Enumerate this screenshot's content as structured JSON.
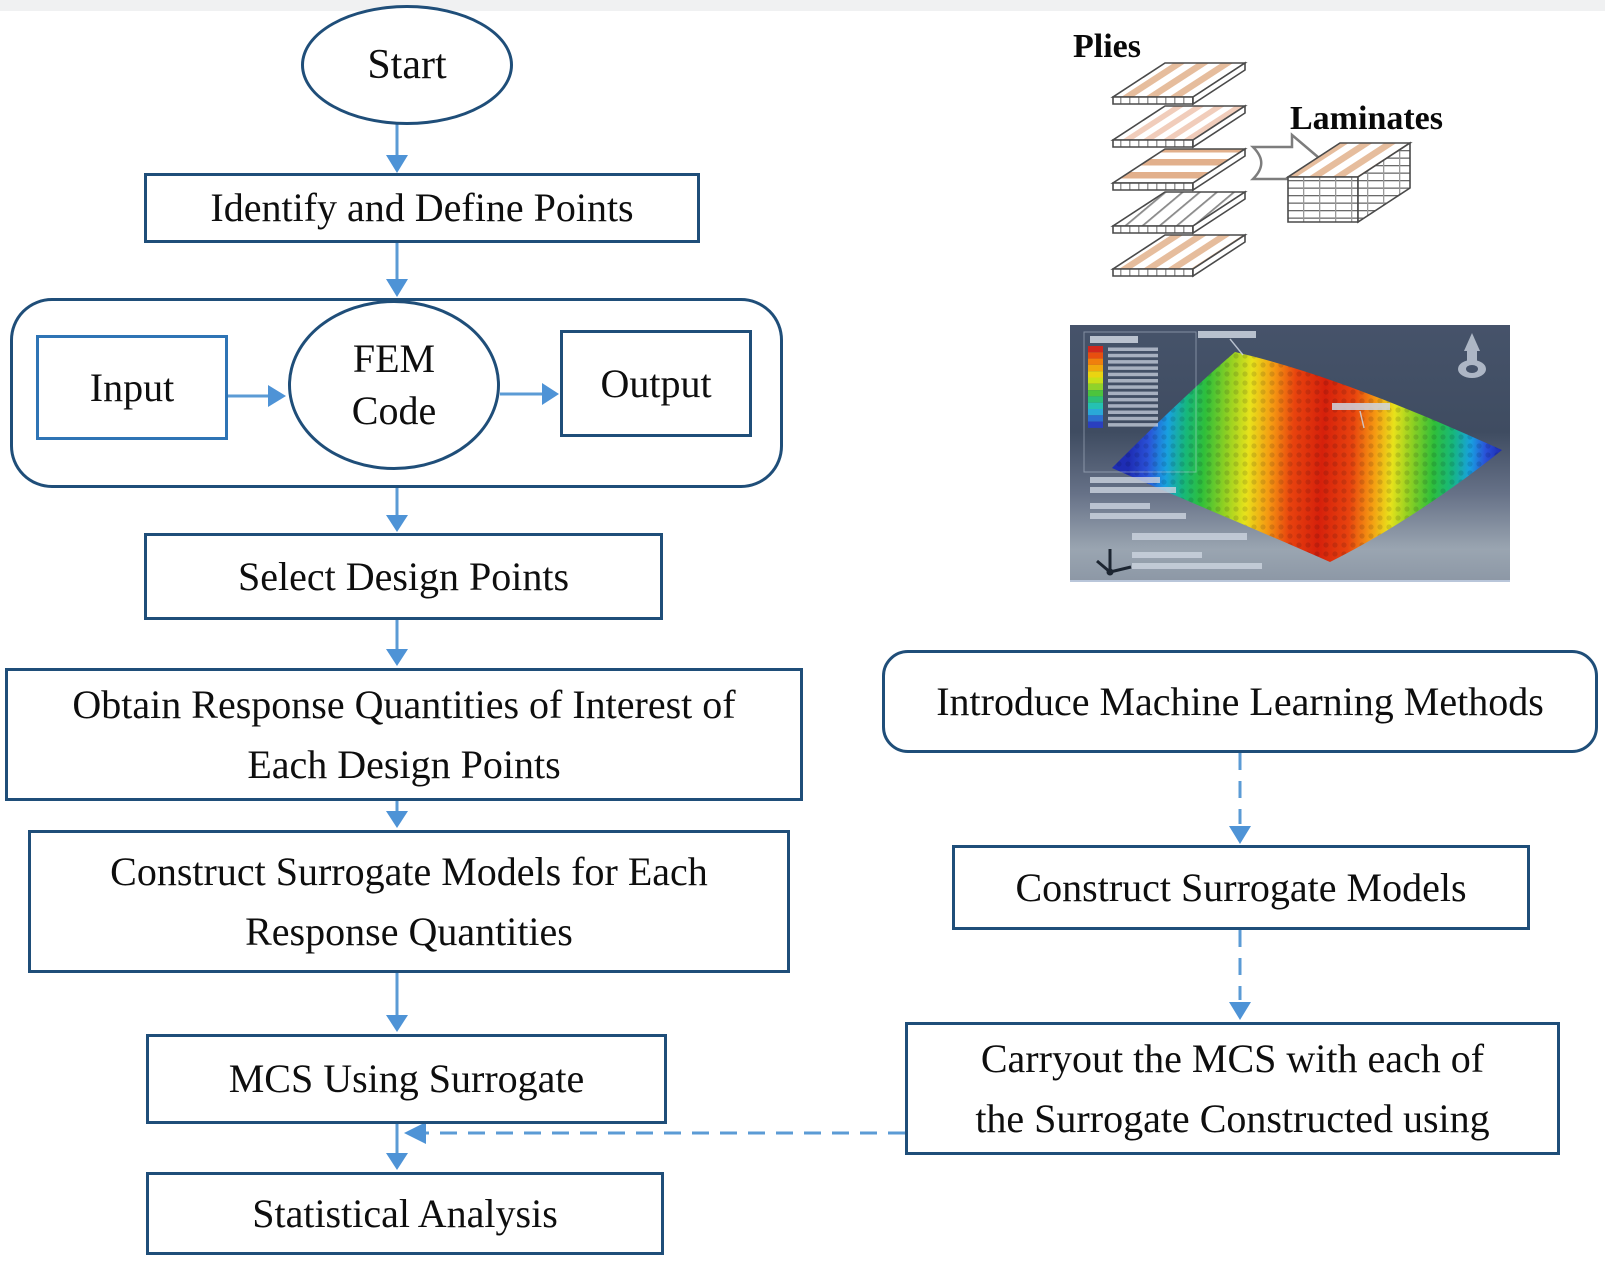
{
  "left_flow": {
    "start_label": "Start",
    "identify_label": "Identify and Define Points",
    "input_label": "Input",
    "fem_line1": "FEM",
    "fem_line2": "Code",
    "output_label": "Output",
    "select_label": "Select Design Points",
    "obtain_line1": "Obtain Response Quantities of Interest of",
    "obtain_line2": "Each Design Points",
    "construct_line1": "Construct Surrogate Models for Each",
    "construct_line2": "Response Quantities",
    "mcs_label": "MCS Using Surrogate",
    "statistical_label": "Statistical Analysis"
  },
  "right_flow": {
    "introduce_label": "Introduce Machine Learning Methods",
    "construct_label": "Construct Surrogate Models",
    "carryout_line1": "Carryout the MCS with each of",
    "carryout_line2": "the Surrogate Constructed using"
  },
  "illustration": {
    "plies_label": "Plies",
    "laminates_label": "Laminates"
  },
  "fea_panel": {
    "legend_colors": [
      "#d1261d",
      "#e84e0f",
      "#f07f0c",
      "#f0a80c",
      "#ead411",
      "#c8e018",
      "#8fd32a",
      "#4cc43d",
      "#2bbf77",
      "#25c1b2",
      "#2aa8d8",
      "#2b6fd0",
      "#2a3fbf"
    ],
    "surface_band_colors": [
      "#1e2db4",
      "#2a52d8",
      "#18a0e0",
      "#17b87a",
      "#2fbf3a",
      "#8fd022",
      "#e8e21b",
      "#f59a12",
      "#e8430e",
      "#d6200b",
      "#e8430e",
      "#f59a12",
      "#e8e21b",
      "#8fd022",
      "#2fbf3a",
      "#17b87a",
      "#18a0e0",
      "#2a52d8",
      "#1e2db4"
    ],
    "surface_band_offsets": [
      0,
      0.05,
      0.1,
      0.15,
      0.2,
      0.26,
      0.32,
      0.38,
      0.44,
      0.52,
      0.6,
      0.66,
      0.71,
      0.76,
      0.82,
      0.87,
      0.92,
      0.96,
      1
    ],
    "background_top": "#434f63",
    "background_bottom": "#9aa5b1"
  },
  "colors": {
    "box_border": "#1f4e79",
    "inner_box_border": "#2e74b5",
    "connector_blue": "#5b9bd5",
    "arrowhead_blue": "#4e93d6",
    "text": "#0e0e0e",
    "ply_stripe_tan": "#e6bd9d",
    "ply_stripe_salmon": "#f1cdbb",
    "illustration_outline": "#4a4a4a"
  }
}
